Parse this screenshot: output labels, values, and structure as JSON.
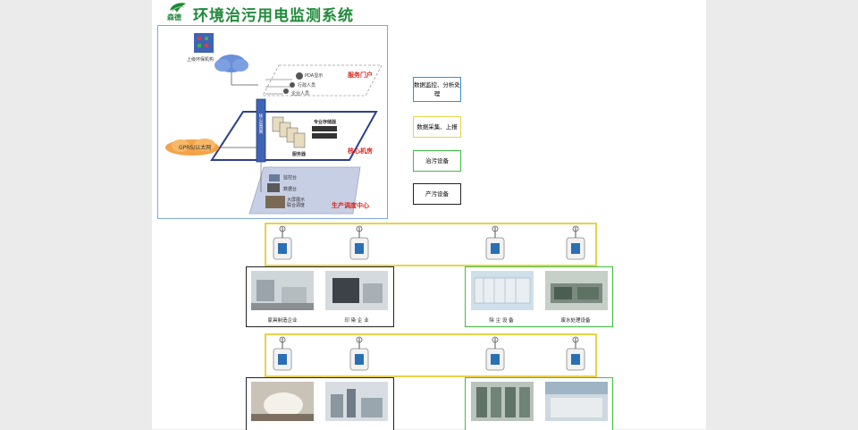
{
  "header": {
    "title": "环境治污用电监测系统",
    "logo_text": "森德"
  },
  "diagram": {
    "gov_label": "上级环保机构",
    "network_label": "GPRS/以太网",
    "server_rack_label": "核心层用网",
    "storage_label": "专业存储器",
    "server_label": "服务器",
    "pda_label": "PDA显示",
    "admin_label": "行政人员",
    "corp_label": "企业人员",
    "monitor_label": "监控台",
    "monitor_label2": "数据台",
    "screen_label": "大屏展示\n联合调度",
    "portal_label": "服务门户",
    "core_room_label": "核心机房",
    "dispatch_label": "生产调度中心"
  },
  "legend": [
    {
      "label": "数据监控、分析处理",
      "color": "#3a8fd0"
    },
    {
      "label": "数据采集、上报",
      "color": "#e8d24b"
    },
    {
      "label": "治污设备",
      "color": "#3fbf3f"
    },
    {
      "label": "产污设备",
      "color": "#222222"
    }
  ],
  "row1": {
    "left_labels": [
      "家具制造企业",
      "印 染 企 业"
    ],
    "right_labels": [
      "除 尘 设 备",
      "废水处理设备"
    ]
  },
  "colors": {
    "title_green": "#1f8a3a",
    "collect": "#e8d24b",
    "treat": "#3fbf3f",
    "pollute": "#222222",
    "monitor": "#3a8fd0"
  }
}
